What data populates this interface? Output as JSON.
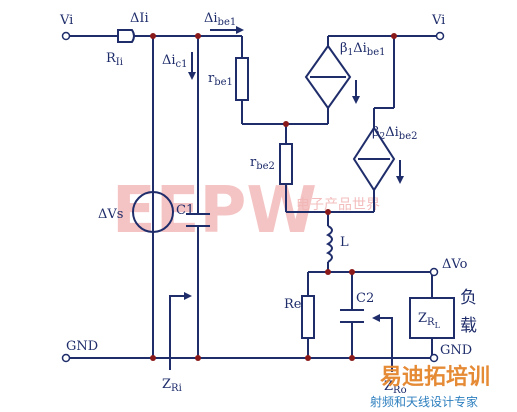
{
  "labels": {
    "vi_left": "Vi",
    "delta_ii": "ΔIi",
    "delta_ibe1": "Δi",
    "delta_ibe1_sub": "be1",
    "vi_right": "Vi",
    "r_ii": "R",
    "r_ii_sub": "Ii",
    "delta_ic1": "Δi",
    "delta_ic1_sub": "c1",
    "rbe1": "r",
    "rbe1_sub": "be1",
    "beta1": "β",
    "beta1_sub1": "1",
    "beta1_mid": "Δi",
    "beta1_sub2": "be1",
    "beta2": "β",
    "beta2_sub1": "2",
    "beta2_mid": "Δi",
    "beta2_sub2": "be2",
    "rbe2": "r",
    "rbe2_sub": "be2",
    "delta_vs": "ΔVs",
    "c1": "C1",
    "l": "L",
    "delta_vo": "ΔVo",
    "re": "Re",
    "c2": "C2",
    "zrl": "Z",
    "zrl_sub": "R",
    "zrl_subsub": "L",
    "load_cn_1": "负",
    "load_cn_2": "载",
    "gnd_left": "GND",
    "gnd_right": "GND",
    "z_ri": "Z",
    "z_ri_sub": "Ri",
    "z_ro": "Z",
    "z_ro_sub": "Ro"
  },
  "watermark": {
    "logo": "EEPW",
    "tagline": "电子产品世界",
    "site_logo": "易迪拓培训",
    "site_tagline": "射频和天线设计专家"
  },
  "colors": {
    "wire": "#1f2d6b",
    "node": "#8a1a1a",
    "watermark": "#f2b6b6",
    "logo_orange": "#e58a35",
    "logo_blue": "#2d7fbf"
  }
}
